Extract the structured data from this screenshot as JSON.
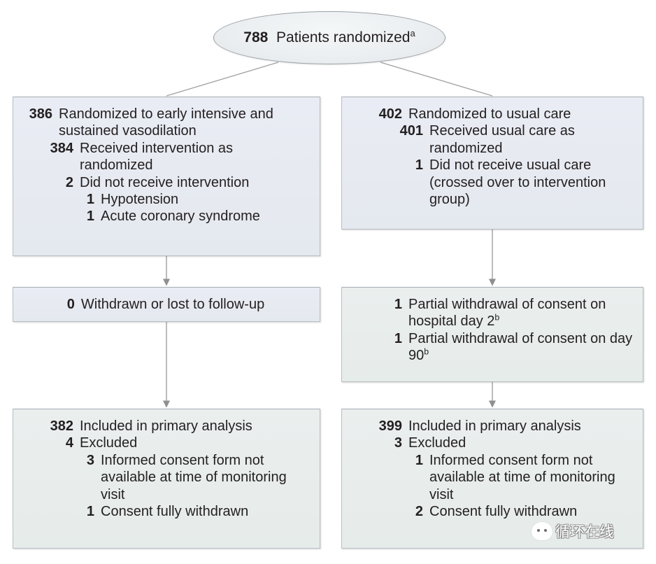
{
  "diagram": {
    "type": "consort-flow-diagram",
    "colors": {
      "box_fill_blue": "#e7eaf1",
      "box_fill_green": "#e8edec",
      "box_border": "#b9bfc4",
      "ellipse_fill": "#eceff1",
      "ellipse_border": "#9aa2a8",
      "text": "#231f20",
      "connector": "#9b9b9b"
    },
    "root": {
      "count": "788",
      "label": "Patients randomized",
      "footnote": "a"
    },
    "arms": [
      {
        "id": "intervention",
        "enrollment": {
          "rows": [
            {
              "level": 0,
              "num": "386",
              "text": "Randomized to early intensive and sustained vasodilation"
            },
            {
              "level": 1,
              "num": "384",
              "text": "Received intervention as randomized"
            },
            {
              "level": 1,
              "num": "2",
              "text": "Did not receive intervention"
            },
            {
              "level": 2,
              "num": "1",
              "text": "Hypotension"
            },
            {
              "level": 2,
              "num": "1",
              "text": "Acute coronary syndrome"
            }
          ]
        },
        "followup": {
          "centered": true,
          "rows": [
            {
              "level": 0,
              "num": "0",
              "text": "Withdrawn or lost to follow-up"
            }
          ]
        },
        "analysis": {
          "rows": [
            {
              "level": 0,
              "num": "382",
              "text": "Included in primary analysis"
            },
            {
              "level": 0,
              "num": "4",
              "text": "Excluded"
            },
            {
              "level": 1,
              "num": "3",
              "text": "Informed consent form not available at time of monitoring visit"
            },
            {
              "level": 1,
              "num": "1",
              "text": "Consent fully withdrawn"
            }
          ]
        }
      },
      {
        "id": "usual-care",
        "enrollment": {
          "rows": [
            {
              "level": 0,
              "num": "402",
              "text": "Randomized to usual care"
            },
            {
              "level": 1,
              "num": "401",
              "text": "Received usual care as randomized"
            },
            {
              "level": 1,
              "num": "1",
              "text": "Did not receive usual care (crossed over to intervention group)"
            }
          ]
        },
        "followup": {
          "centered": false,
          "rows": [
            {
              "level": 0,
              "num": "1",
              "text": "Partial withdrawal of consent on hospital day 2",
              "footnote": "b"
            },
            {
              "level": 0,
              "num": "1",
              "text": "Partial withdrawal of consent on day 90",
              "footnote": "b"
            }
          ]
        },
        "analysis": {
          "rows": [
            {
              "level": 0,
              "num": "399",
              "text": "Included in primary analysis"
            },
            {
              "level": 0,
              "num": "3",
              "text": "Excluded"
            },
            {
              "level": 1,
              "num": "1",
              "text": "Informed consent form not available at time of monitoring visit"
            },
            {
              "level": 1,
              "num": "2",
              "text": "Consent fully withdrawn"
            }
          ]
        }
      }
    ]
  },
  "watermark": {
    "text": "循环在线",
    "icon": "cloud-face-icon"
  }
}
